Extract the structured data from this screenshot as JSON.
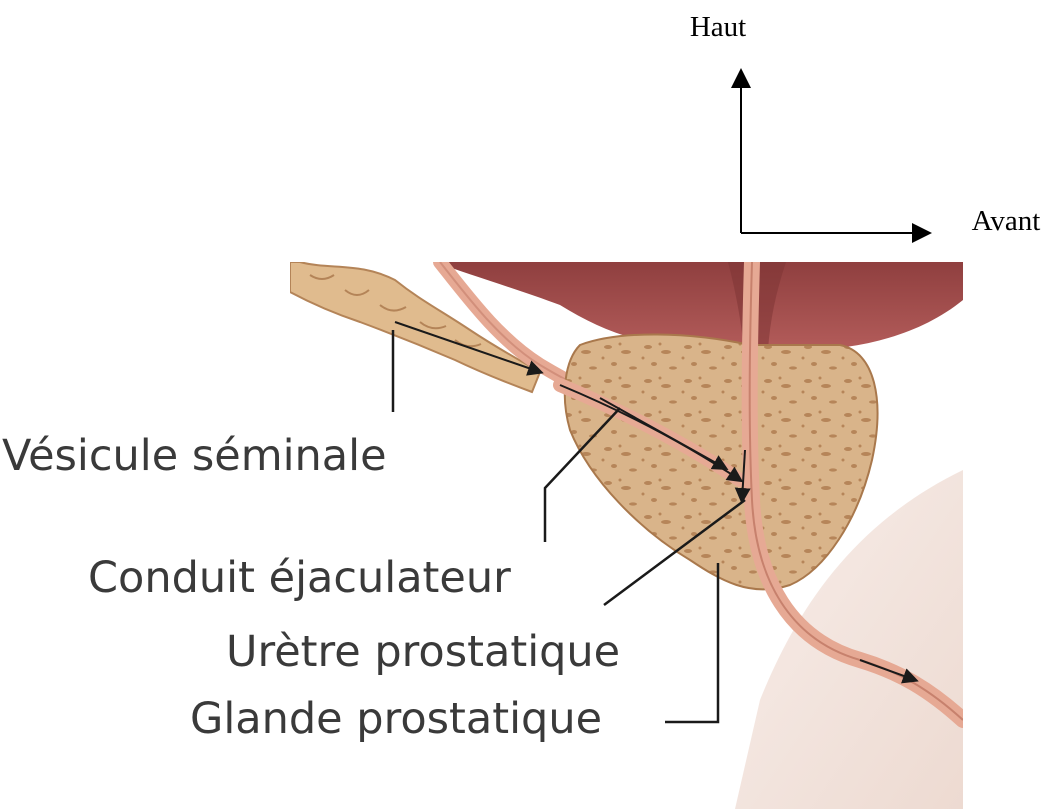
{
  "orientation": {
    "up_label": "Haut",
    "forward_label": "Avant"
  },
  "labels": {
    "seminal_vesicle": "Vésicule séminale",
    "ejaculatory_duct": "Conduit éjaculateur",
    "prostatic_urethra": "Urètre prostatique",
    "prostate_gland": "Glande prostatique"
  },
  "colors": {
    "bladder": "#9e4a4a",
    "prostate": "#d9b48a",
    "prostate_texture": "#b68559",
    "duct": "#e6a994",
    "background_tissue": "#f3e6df",
    "leader_line": "#1a1a1a"
  }
}
